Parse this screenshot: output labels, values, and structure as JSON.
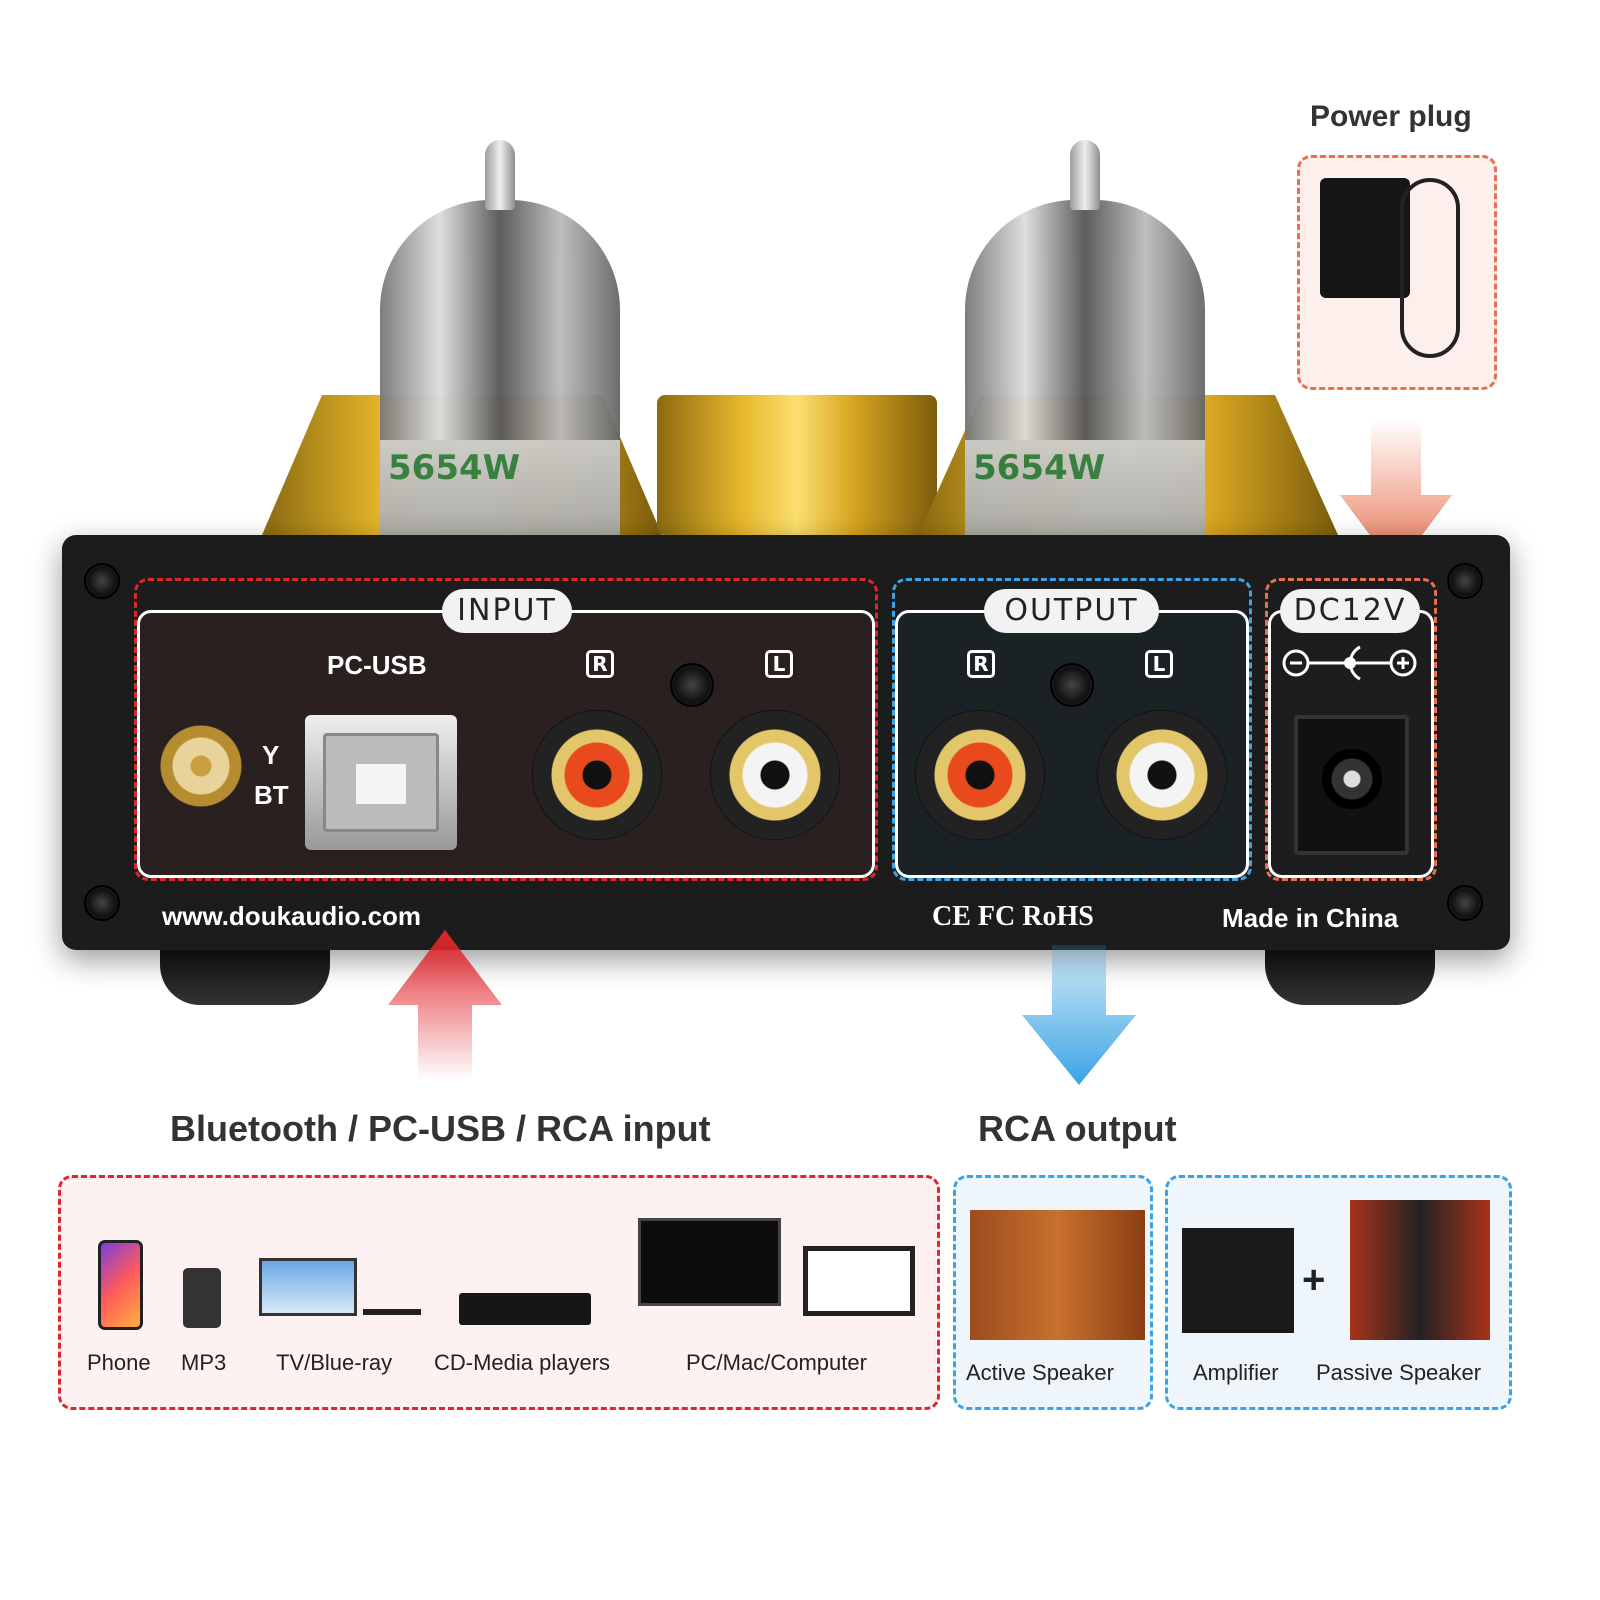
{
  "callouts": {
    "power_plug": "Power plug",
    "input_caption": "Bluetooth / PC-USB / RCA input",
    "output_caption": "RCA output"
  },
  "panel": {
    "input_label": "INPUT",
    "output_label": "OUTPUT",
    "dc_label": "DC12V",
    "pc_usb": "PC-USB",
    "bt": "BT",
    "right": "R",
    "left": "L",
    "website": "www.doukaudio.com",
    "certs": "CE FC RoHS",
    "made_in": "Made in China"
  },
  "tubes": {
    "marking": "5654W"
  },
  "input_devices": [
    "Phone",
    "MP3",
    "TV/Blue-ray",
    "CD-Media players",
    "PC/Mac/Computer"
  ],
  "output_devices": {
    "active": "Active Speaker",
    "amplifier": "Amplifier",
    "plus": "+",
    "passive": "Passive Speaker"
  },
  "colors": {
    "input_red": "#e0262b",
    "output_blue": "#3aa3e3",
    "power_orange": "#e8704e",
    "gold": "#e6b62a",
    "chassis": "#1c1c1c"
  }
}
